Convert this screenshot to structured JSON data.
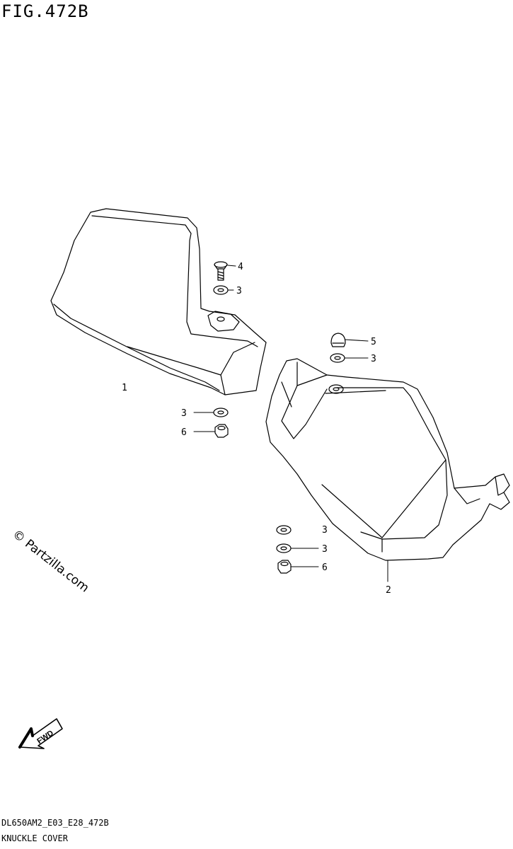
{
  "figure": {
    "title": "FIG.472B",
    "code": "DL650AM2_E03_E28_472B",
    "name": "KNUCKLE COVER"
  },
  "watermark": "© Partzilla.com",
  "fwd_label": "FWD",
  "callouts": {
    "part_1": "1",
    "part_2": "2",
    "screw_4": "4",
    "washer_3_a": "3",
    "nut_5": "5",
    "washer_3_b": "3",
    "washer_3_c": "3",
    "nut_6_a": "6",
    "washer_3_d": "3",
    "washer_3_e": "3",
    "nut_6_b": "6"
  }
}
